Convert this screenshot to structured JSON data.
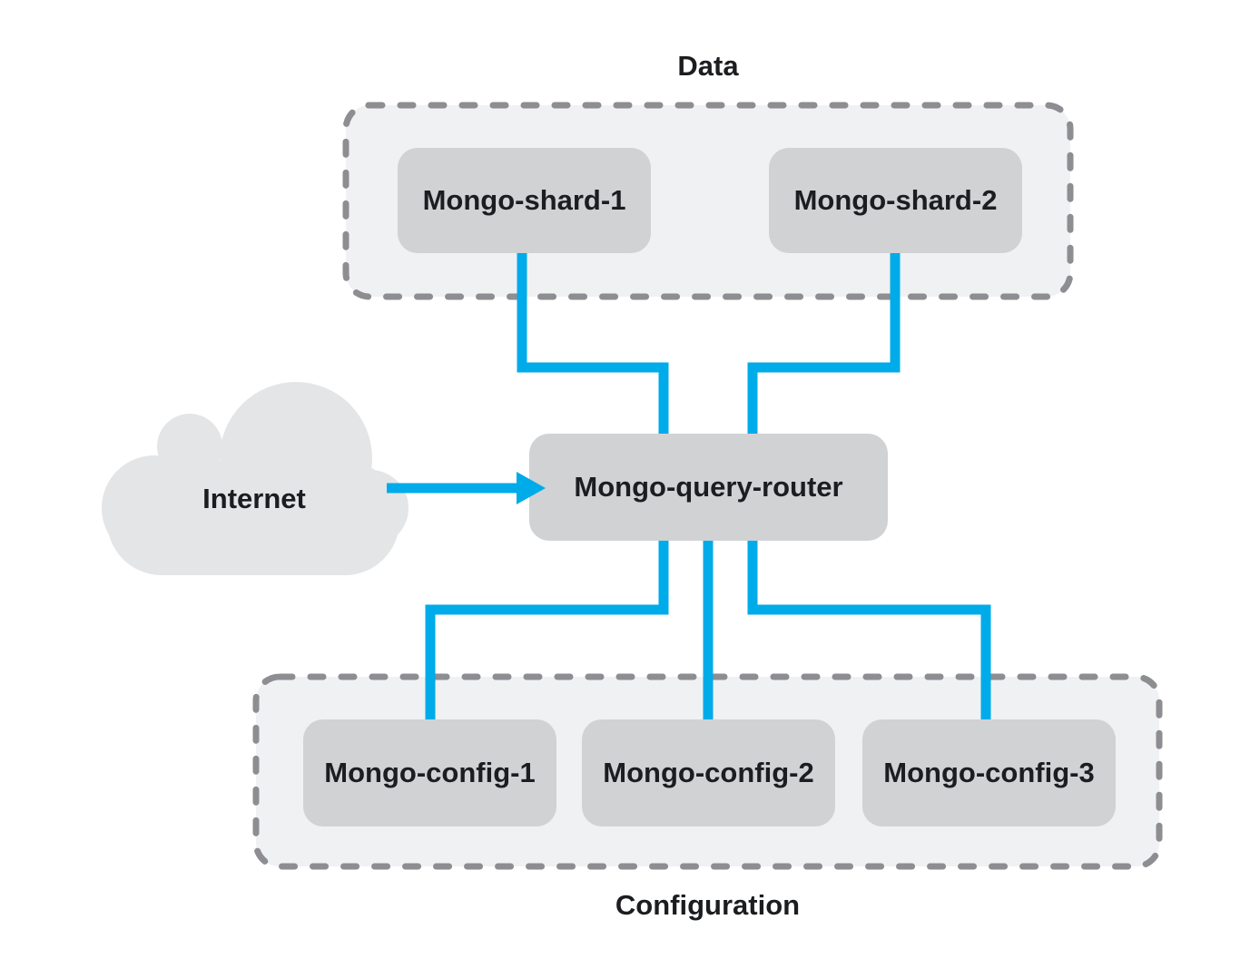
{
  "diagram": {
    "groups": {
      "data": {
        "label": "Data",
        "members": [
          "Mongo-shard-1",
          "Mongo-shard-2"
        ]
      },
      "configuration": {
        "label": "Configuration",
        "members": [
          "Mongo-config-1",
          "Mongo-config-2",
          "Mongo-config-3"
        ]
      }
    },
    "nodes": {
      "internet": "Internet",
      "shard1": "Mongo-shard-1",
      "shard2": "Mongo-shard-2",
      "router": "Mongo-query-router",
      "config1": "Mongo-config-1",
      "config2": "Mongo-config-2",
      "config3": "Mongo-config-3"
    },
    "edges": [
      {
        "from": "Internet",
        "to": "Mongo-query-router",
        "style": "arrow"
      },
      {
        "from": "Mongo-shard-1",
        "to": "Mongo-query-router",
        "style": "line"
      },
      {
        "from": "Mongo-shard-2",
        "to": "Mongo-query-router",
        "style": "line"
      },
      {
        "from": "Mongo-query-router",
        "to": "Mongo-config-1",
        "style": "line"
      },
      {
        "from": "Mongo-query-router",
        "to": "Mongo-config-2",
        "style": "line"
      },
      {
        "from": "Mongo-query-router",
        "to": "Mongo-config-3",
        "style": "line"
      }
    ],
    "colors": {
      "connector": "#00abe9",
      "node_fill": "#d1d2d4",
      "group_fill": "#f0f1f3",
      "group_border": "#8d8d92",
      "cloud_fill": "#e4e5e7",
      "text": "#1b1d20",
      "background": "#ffffff"
    }
  }
}
